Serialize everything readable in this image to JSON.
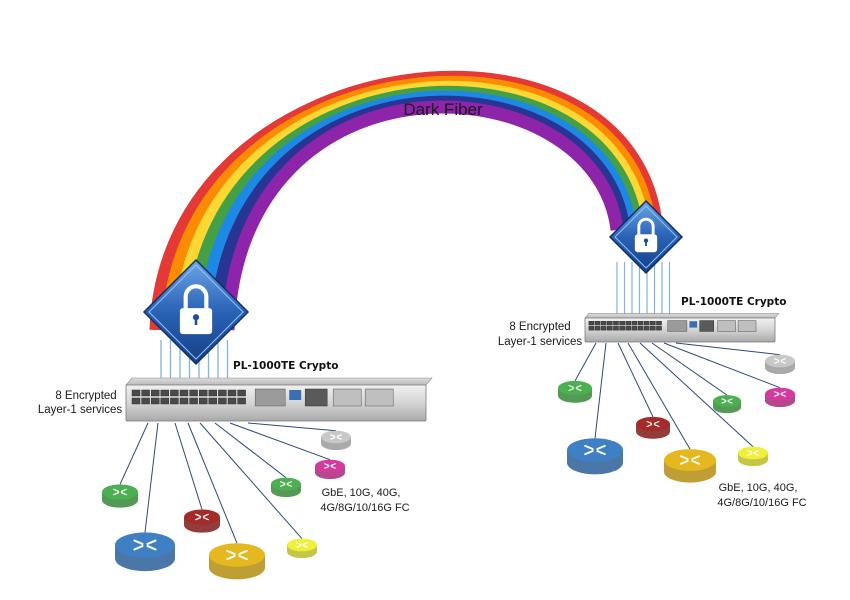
{
  "title": "Dark Fiber",
  "left_site": {
    "device_label": "PL-1000TE Crypto",
    "services_line1": "8 Encrypted",
    "services_line2": "Layer-1 services",
    "protocols_line1": "GbE, 10G, 40G,",
    "protocols_line2": "4G/8G/10/16G FC"
  },
  "right_site": {
    "device_label": "PL-1000TE Crypto",
    "services_line1": "8 Encrypted",
    "services_line2": "Layer-1 services",
    "protocols_line1": "GbE, 10G, 40G,",
    "protocols_line2": "4G/8G/10/16G FC"
  },
  "colors": {
    "rainbow": [
      "#e53935",
      "#fb8c00",
      "#fdd835",
      "#43a047",
      "#1e88e5",
      "#283593",
      "#8e24aa"
    ],
    "lock_blue": "#1d4f9e",
    "router_blue": "#3f7fc4",
    "router_red": "#a52a2a",
    "router_yellow": "#e6b820",
    "router_green": "#4caf50",
    "router_magenta": "#d63a9f",
    "router_gray": "#c8c8c8",
    "router_lightyellow": "#eef03a"
  },
  "icons": [
    "padlock-icon",
    "router-icon",
    "crypto-appliance"
  ]
}
